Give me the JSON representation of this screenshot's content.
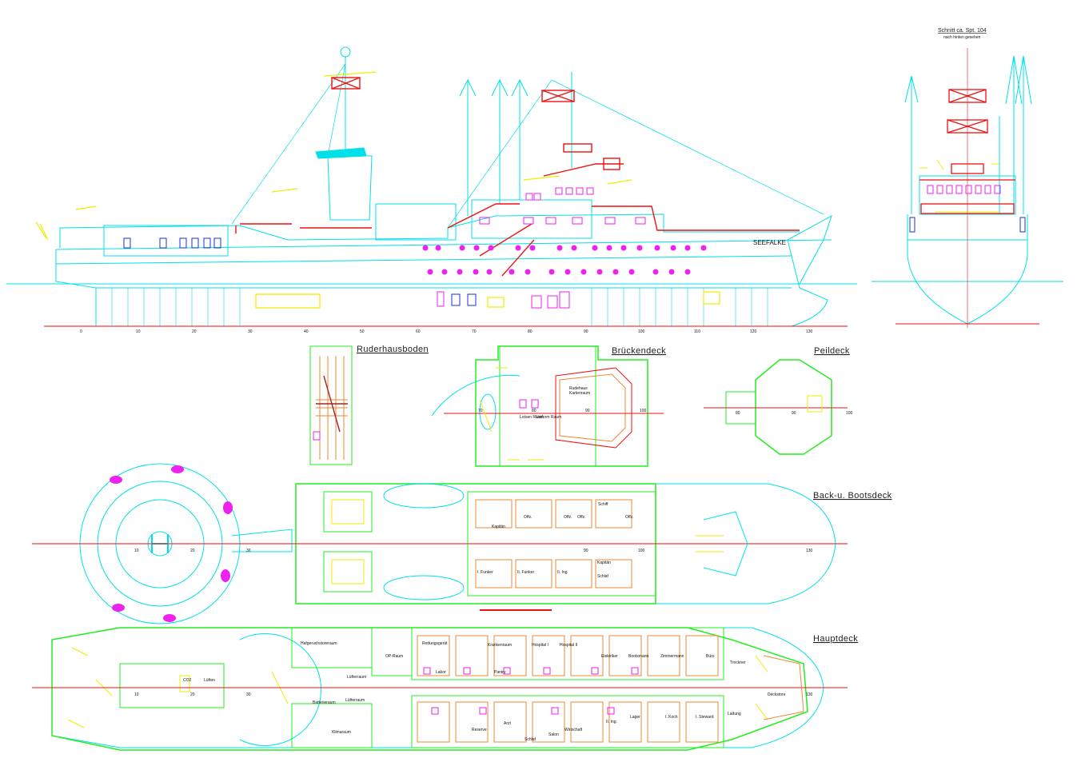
{
  "drawing": {
    "ship_name": "SEEFALKE",
    "section": {
      "title": "Schnitt ca. Spt. 104",
      "subtitle": "nach hinten gesehen"
    },
    "decks": {
      "ruderhausboden": "Ruderhausboden",
      "brueckendeck": "Brückendeck",
      "peildeck": "Peildeck",
      "back_bootsdeck": "Back-u. Bootsdeck",
      "hauptdeck": "Hauptdeck"
    },
    "profile_frame_labels": [
      "0",
      "10",
      "20",
      "30",
      "40",
      "50",
      "60",
      "70",
      "80",
      "90",
      "100",
      "110",
      "120",
      "130"
    ],
    "bridge_frame_labels": [
      "70",
      "80",
      "90",
      "100"
    ],
    "peil_frame_labels": [
      "80",
      "90",
      "100"
    ],
    "boat_frame_labels": [
      "10",
      "20",
      "30",
      "90",
      "100",
      "130"
    ],
    "main_frame_labels": [
      "10",
      "20",
      "30",
      "130"
    ],
    "rooms": {
      "bruecke": [
        "Rudehaus",
        "Kartenraum",
        "Lotsen Raum",
        "Uniform Raum"
      ],
      "boot_top": [
        "Offz.",
        "Offz.",
        "Schiff",
        "Offz.",
        "Offz.",
        "Kapitän"
      ],
      "boot_bottom": [
        "I. Funker",
        "II. Funker",
        "II. Ing",
        "Kapitän",
        "Schlaf"
      ],
      "haupt_top": [
        "Hafgeruchstoreraum",
        "Rettungsgerät",
        "Krankenraum",
        "Hospital I",
        "Hospital II",
        "Elektriker",
        "Bootsmann",
        "Zimmermann",
        "Büro",
        "Trockner"
      ],
      "haupt_mid": [
        "OP-Raum",
        "Labor",
        "Pantry",
        "Lüfterraum",
        "Lüften",
        "CO2"
      ],
      "haupt_bottom": [
        "Lüfterraum",
        "Batterieraum",
        "Klimaraum",
        "Reserve",
        "Arzt",
        "Schlaf",
        "Salon",
        "Wirtschaft",
        "II. Ing.",
        "Lager",
        "I. Koch",
        "I. Steward",
        "Ladung",
        "Deckstore"
      ]
    },
    "colors": {
      "cyan": "#00e0e8",
      "green": "#22ee22",
      "red": "#ee1111",
      "magenta": "#ee22ee",
      "yellow": "#eeee00",
      "orange": "#ee8833",
      "blue": "#1133dd"
    }
  }
}
